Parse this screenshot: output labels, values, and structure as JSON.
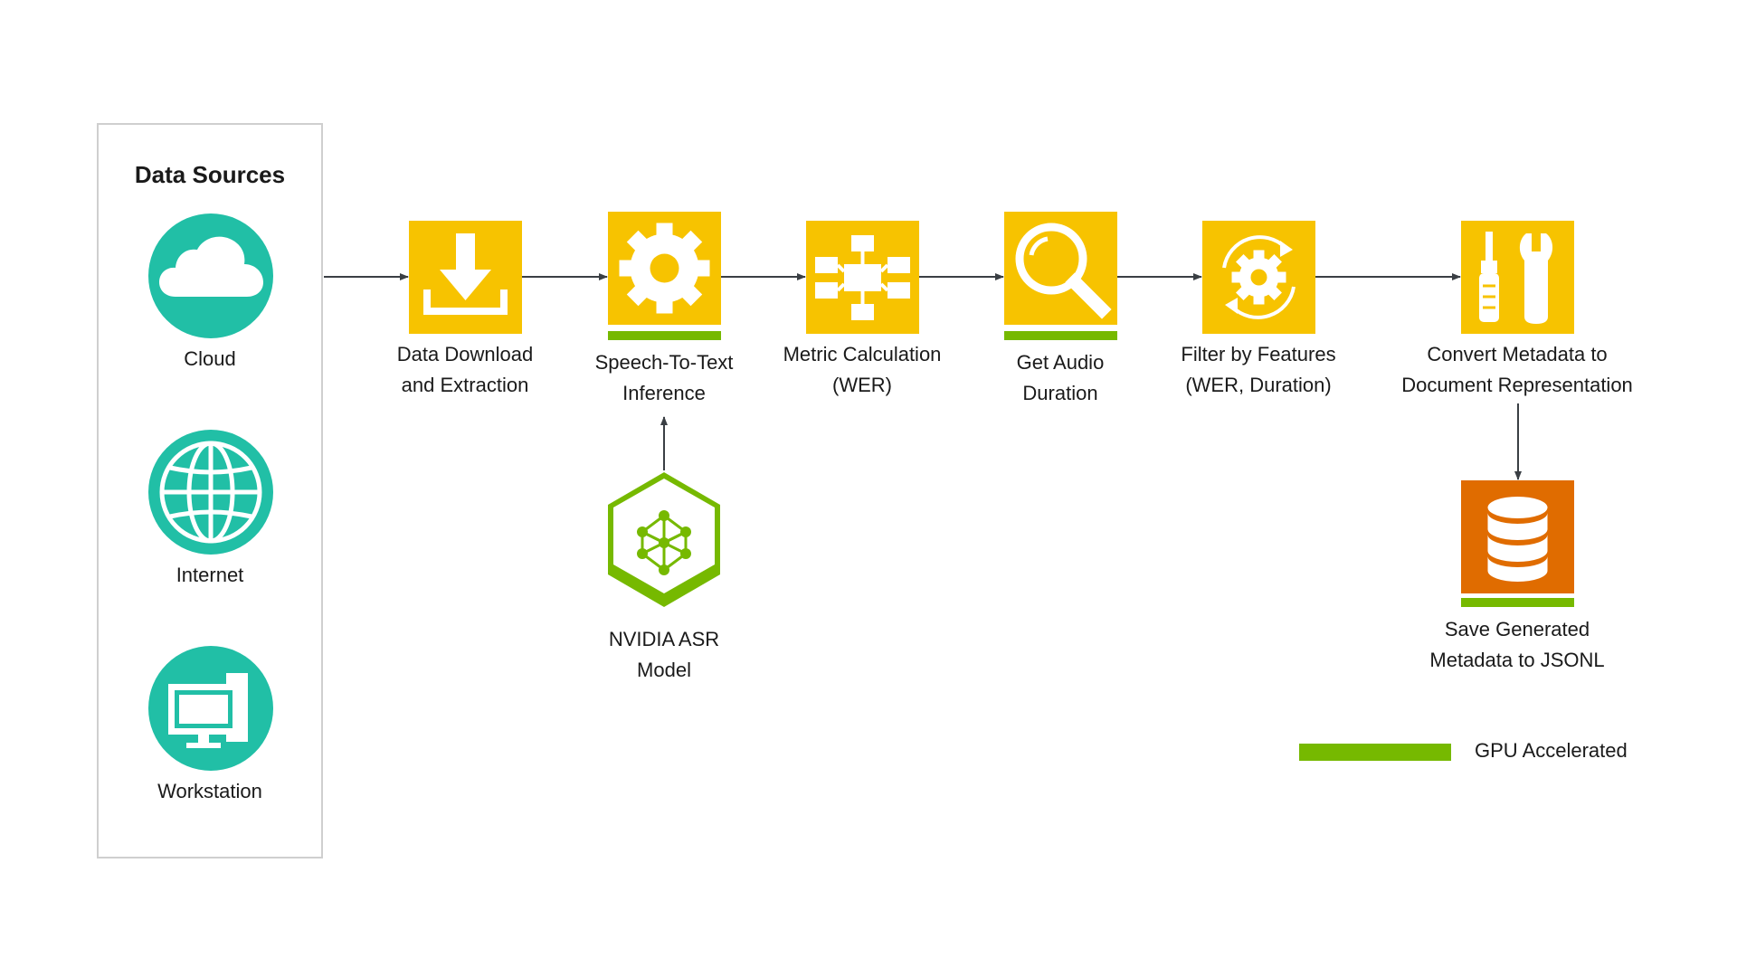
{
  "panel": {
    "title": "Data Sources",
    "sources": [
      {
        "label": "Cloud",
        "icon": "cloud-icon"
      },
      {
        "label": "Internet",
        "icon": "globe-icon"
      },
      {
        "label": "Workstation",
        "icon": "workstation-icon"
      }
    ]
  },
  "steps": [
    {
      "line1": "Data Download",
      "line2": "and Extraction",
      "icon": "download-icon",
      "gpu_accelerated": false
    },
    {
      "line1": "Speech-To-Text",
      "line2": "Inference",
      "icon": "gear-icon",
      "gpu_accelerated": true
    },
    {
      "line1": "Metric Calculation",
      "line2": "(WER)",
      "icon": "hierarchy-icon",
      "gpu_accelerated": false
    },
    {
      "line1": "Get Audio",
      "line2": "Duration",
      "icon": "magnifier-icon",
      "gpu_accelerated": true
    },
    {
      "line1": "Filter by Features",
      "line2": "(WER, Duration)",
      "icon": "gear-cycle-icon",
      "gpu_accelerated": false
    },
    {
      "line1": "Convert Metadata to",
      "line2": "Document Representation",
      "icon": "tools-icon",
      "gpu_accelerated": false
    }
  ],
  "model": {
    "line1": "NVIDIA ASR",
    "line2": "Model",
    "icon": "neural-network-icon"
  },
  "output": {
    "line1": "Save Generated",
    "line2": "Metadata to JSONL",
    "icon": "database-icon",
    "gpu_accelerated": true
  },
  "legend": {
    "label": "GPU Accelerated"
  },
  "colors": {
    "step_tile": "#f7c300",
    "gpu_bar": "#76b900",
    "source_circle": "#21bfa6",
    "output_tile": "#e06c00",
    "arrow": "#3a3f44",
    "panel_border": "#cfcfcf"
  }
}
